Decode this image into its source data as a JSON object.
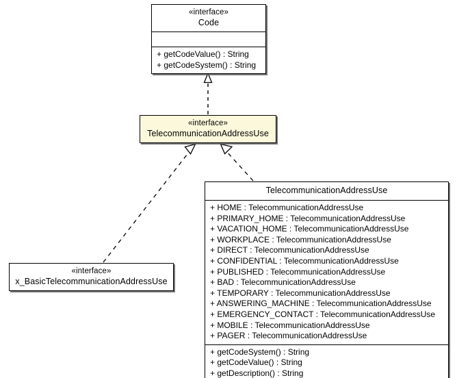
{
  "diagram": {
    "type": "uml-class-diagram",
    "stereotype_label": "«interface»",
    "background_color": "#ffffff",
    "highlight_color": "#fcf8dc",
    "line_color": "#000000"
  },
  "boxes": {
    "code": {
      "stereotype": "«interface»",
      "name": "Code",
      "attributes": [],
      "operations": [
        "+ getCodeValue() : String",
        "+ getCodeSystem() : String"
      ]
    },
    "telecommunication_address_use_interface": {
      "stereotype": "«interface»",
      "name": "TelecommunicationAddressUse",
      "highlighted": true
    },
    "x_basic": {
      "stereotype": "«interface»",
      "name": "x_BasicTelecommunicationAddressUse"
    },
    "telecommunication_address_use_class": {
      "name": "TelecommunicationAddressUse",
      "attributes": [
        "+ HOME : TelecommunicationAddressUse",
        "+ PRIMARY_HOME : TelecommunicationAddressUse",
        "+ VACATION_HOME : TelecommunicationAddressUse",
        "+ WORKPLACE : TelecommunicationAddressUse",
        "+ DIRECT : TelecommunicationAddressUse",
        "+ CONFIDENTIAL : TelecommunicationAddressUse",
        "+ PUBLISHED : TelecommunicationAddressUse",
        "+ BAD : TelecommunicationAddressUse",
        "+ TEMPORARY : TelecommunicationAddressUse",
        "+ ANSWERING_MACHINE : TelecommunicationAddressUse",
        "+ EMERGENCY_CONTACT : TelecommunicationAddressUse",
        "+ MOBILE : TelecommunicationAddressUse",
        "+ PAGER : TelecommunicationAddressUse"
      ],
      "operations": [
        "+ getCodeSystem() : String",
        "+ getCodeValue() : String",
        "+ getDescription() : String"
      ]
    }
  },
  "relationships": [
    {
      "name": "realization-tau-to-code",
      "kind": "realization",
      "from": "telecommunication_address_use_interface",
      "to": "code",
      "style": "dashed",
      "arrowhead": "hollow-triangle"
    },
    {
      "name": "realization-basic-to-tau",
      "kind": "realization",
      "from": "x_basic",
      "to": "telecommunication_address_use_interface",
      "style": "dashed",
      "arrowhead": "hollow-triangle"
    },
    {
      "name": "realization-class-to-tau",
      "kind": "realization",
      "from": "telecommunication_address_use_class",
      "to": "telecommunication_address_use_interface",
      "style": "dashed",
      "arrowhead": "hollow-triangle"
    }
  ]
}
